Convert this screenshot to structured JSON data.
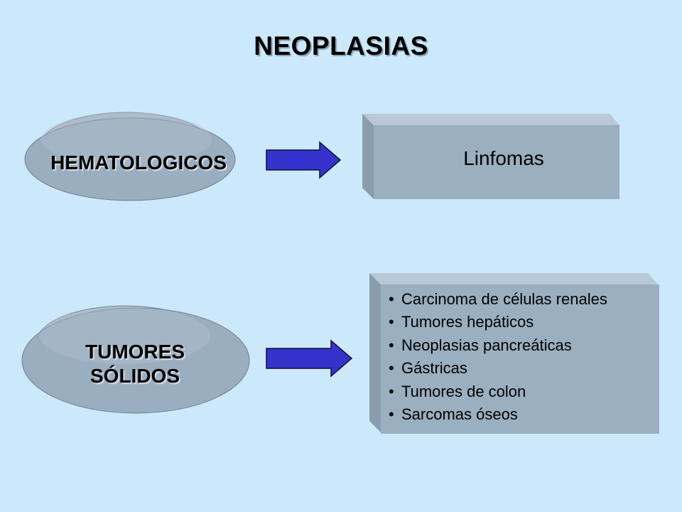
{
  "title": "NEOPLASIAS",
  "left_items": [
    {
      "label_lines": [
        "HEMATOLOGICOS"
      ]
    },
    {
      "label_lines": [
        "TUMORES",
        "SÓLIDOS"
      ]
    }
  ],
  "boxes": {
    "top": {
      "text": "Linfomas"
    },
    "bottom": {
      "items": [
        "Carcinoma de células renales",
        "Tumores hepáticos",
        "Neoplasias pancreáticas",
        "Gástricas",
        "Tumores de colon",
        "Sarcomas óseos"
      ]
    }
  },
  "colors": {
    "background": "#cce9fc",
    "arrow": "#3333cc",
    "box": "#9aafc0",
    "oval": "#8fa3b6"
  }
}
